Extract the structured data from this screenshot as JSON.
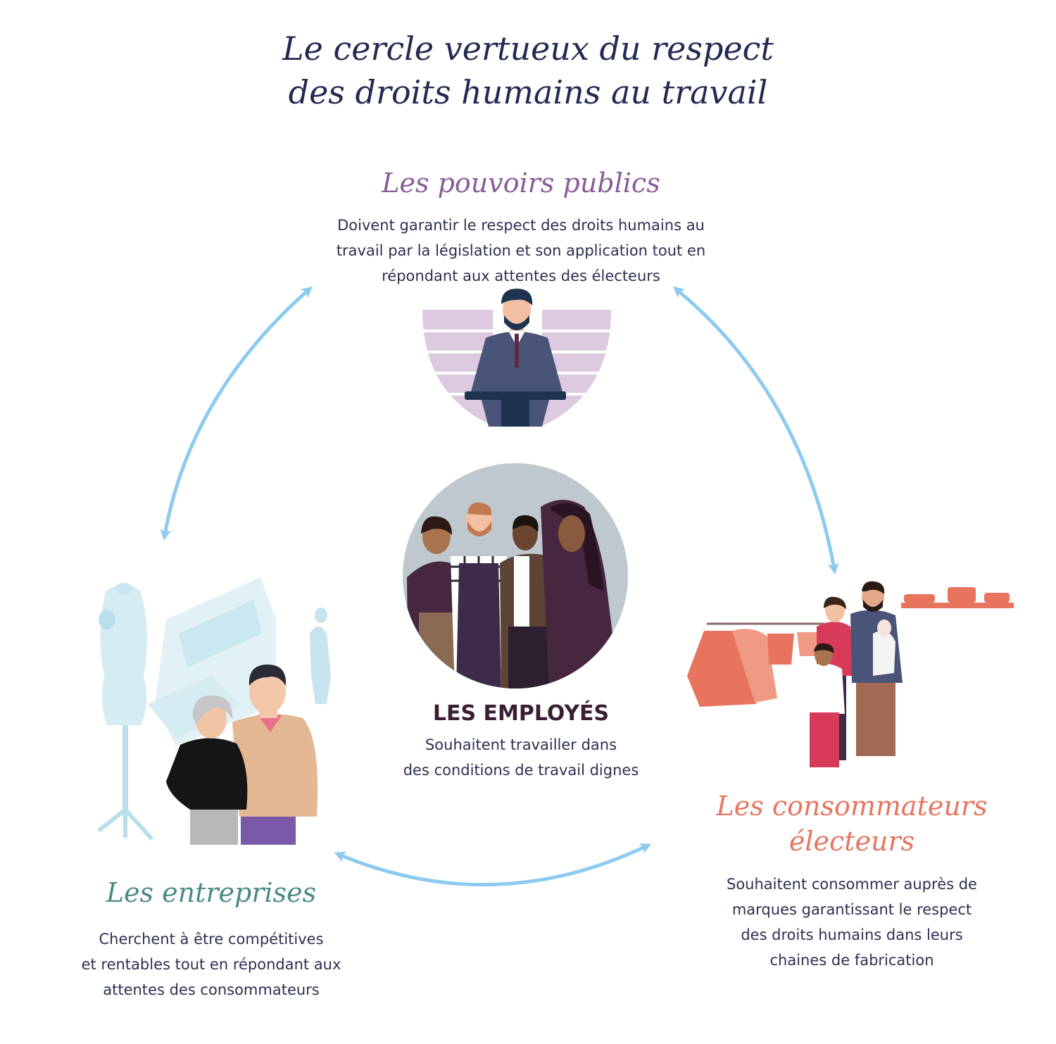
{
  "title": {
    "line1": "Le cercle vertueux du respect",
    "line2": "des droits humains au travail"
  },
  "pouvoirs": {
    "heading": "Les pouvoirs publics",
    "desc": [
      "Doivent garantir le respect des droits humains au",
      "travail par la législation et son application tout en",
      "répondant aux attentes des électeurs"
    ]
  },
  "employes": {
    "heading": "LES EMPLOYÉS",
    "desc": [
      "Souhaitent travailler dans",
      "des conditions de travail dignes"
    ]
  },
  "consommateurs": {
    "heading": [
      "Les consommateurs",
      "électeurs"
    ],
    "desc": [
      "Souhaitent consommer auprès de",
      "marques garantissant le respect",
      "des droits humains dans leurs",
      "chaines de fabrication"
    ]
  },
  "entreprises": {
    "heading": "Les entreprises",
    "desc": [
      "Cherchent à être compétitives",
      "et rentables tout en répondant aux",
      "attentes des consommateurs"
    ]
  },
  "colors": {
    "title": "#232a52",
    "pouvoirs": "#8a5c97",
    "consommateurs": "#e8745f",
    "entreprises": "#4a8a87",
    "arrows": "#8ccbef"
  },
  "icons": {
    "pouvoirs": "speaker-at-podium-illustration",
    "employes": "group-of-workers-illustration",
    "consommateurs": "family-shopping-illustration",
    "entreprises": "textile-business-owners-illustration"
  }
}
